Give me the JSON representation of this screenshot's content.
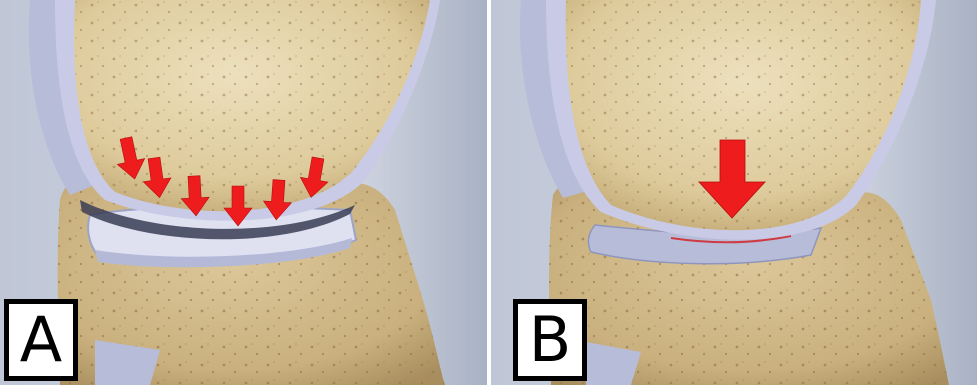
{
  "panels": [
    {
      "id": "A",
      "label": "A",
      "pressure": "distributed",
      "meniscus": "intact"
    },
    {
      "id": "B",
      "label": "B",
      "pressure": "concentrated",
      "meniscus": "damaged"
    }
  ],
  "colors": {
    "bone": "#e2d1a6",
    "bone_shadow": "#c4ad7e",
    "cartilage": "#c9cbe6",
    "background": "#c9cfdd",
    "arrow": "#ee1c1c"
  }
}
